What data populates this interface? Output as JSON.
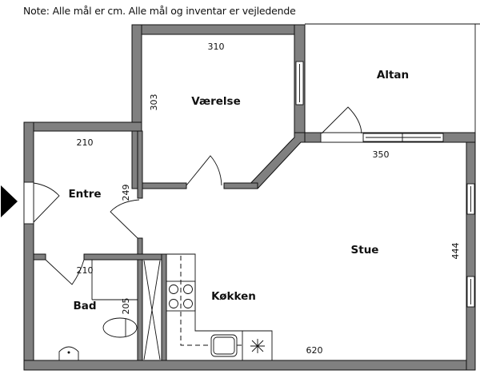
{
  "note": "Note: Alle mål er cm. Alle mål og inventar er vejledende",
  "rooms": {
    "vaerelse": {
      "label": "Værelse",
      "width": "310",
      "depth": "303"
    },
    "altan": {
      "label": "Altan"
    },
    "entre": {
      "label": "Entre",
      "width": "210",
      "depth": "249"
    },
    "bad": {
      "label": "Bad",
      "width": "210",
      "depth": "205"
    },
    "koekken": {
      "label": "Køkken"
    },
    "stue": {
      "label": "Stue",
      "width_top": "350",
      "width_bottom": "620",
      "depth": "444"
    }
  },
  "entrance_marker": "entrance-arrow",
  "colors": {
    "wall": "#808080",
    "outline": "#111111",
    "background": "#ffffff"
  }
}
